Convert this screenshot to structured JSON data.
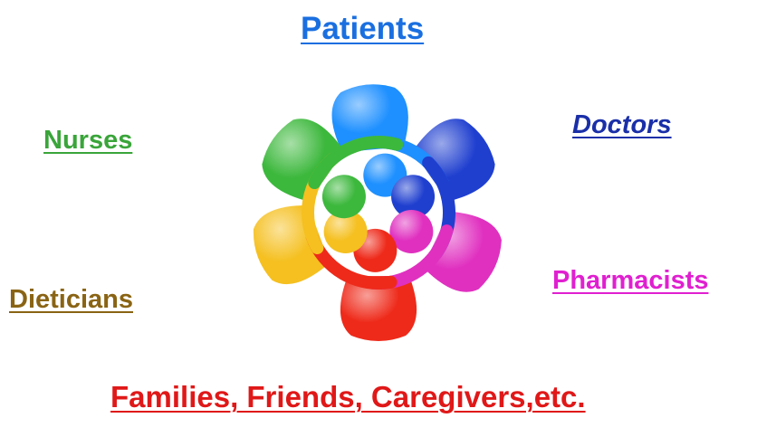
{
  "labels": {
    "patients": "Patients",
    "nurses": "Nurses",
    "doctors": "Doctors",
    "dieticians": "Dieticians",
    "pharmacists": "Pharmacists",
    "families": "Families,  Friends,  Caregivers,etc."
  },
  "colors": {
    "patients": "#1a6fe0",
    "nurses": "#3aa53a",
    "doctors": "#1a2fa8",
    "dieticians": "#8a6414",
    "pharmacists": "#e020d0",
    "families": "#e01818"
  },
  "graphic": {
    "description_icon": "team-circle-figures-icon",
    "figures": [
      {
        "color": "#1e90ff"
      },
      {
        "color": "#1f3fcf"
      },
      {
        "color": "#e030c0"
      },
      {
        "color": "#ee2a1a"
      },
      {
        "color": "#f5c020"
      },
      {
        "color": "#3cb83c"
      }
    ]
  }
}
